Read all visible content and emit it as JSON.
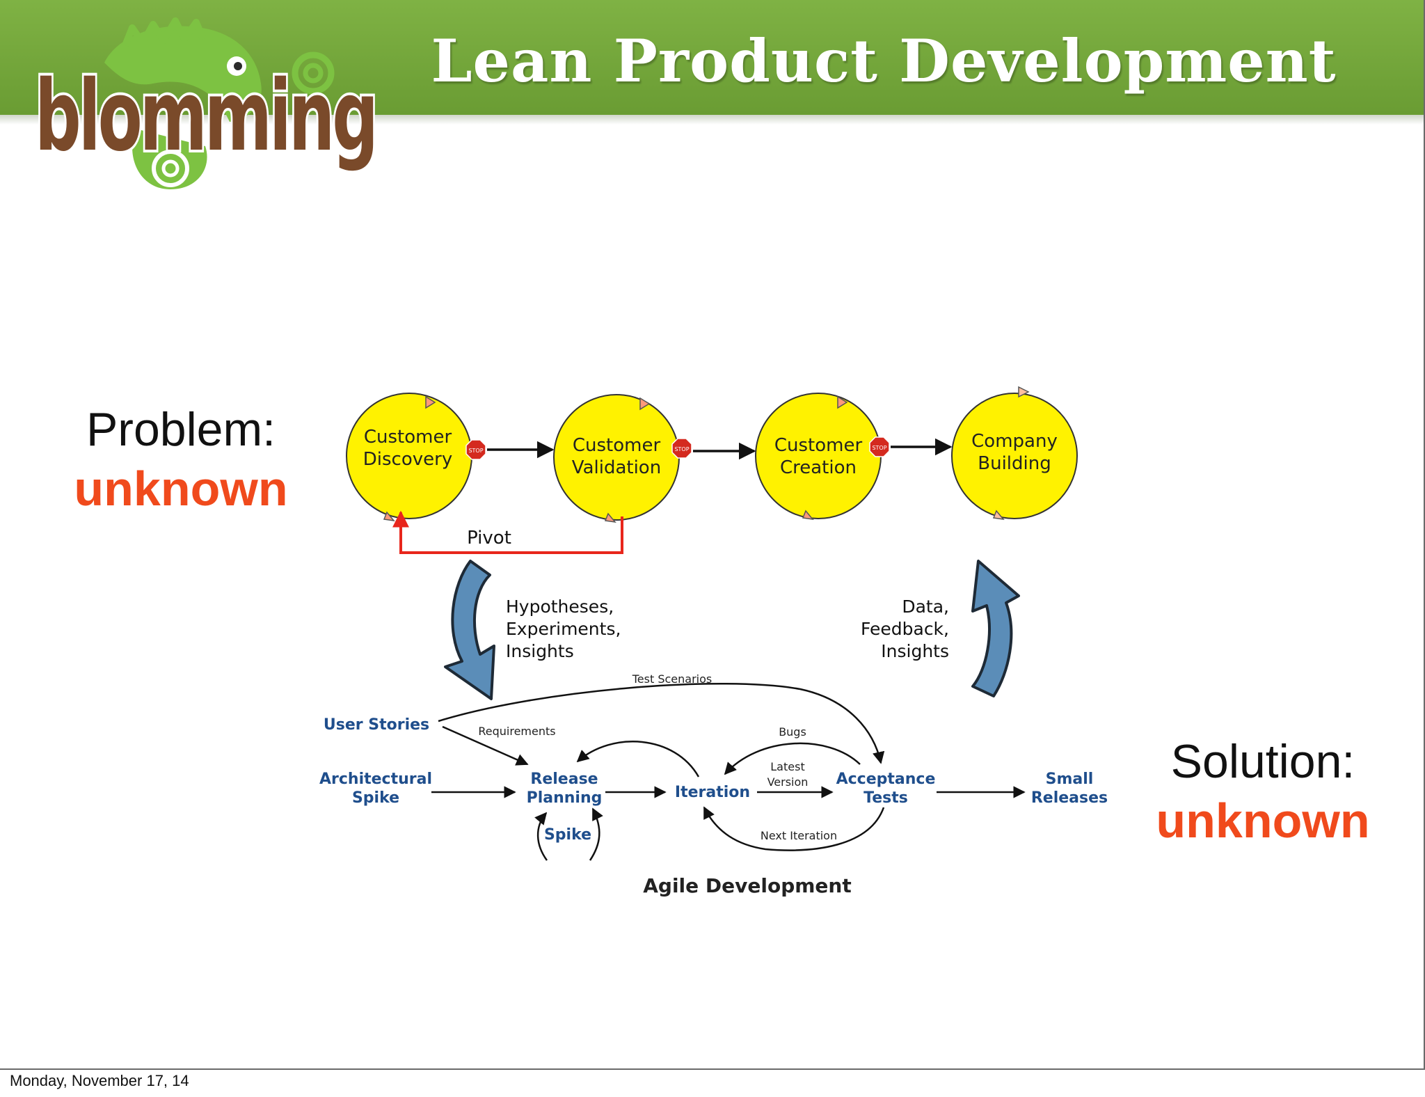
{
  "slide": {
    "title": "Lean Product Development",
    "footer_date": "Monday, November 17, 14"
  },
  "logo": {
    "text": "blomming",
    "colors": {
      "green": "#7dc242",
      "brown": "#7a4a2a"
    }
  },
  "problem": {
    "label": "Problem:",
    "value": "unknown"
  },
  "solution": {
    "label": "Solution:",
    "value": "unknown"
  },
  "customer_development": {
    "steps": [
      {
        "line1": "Customer",
        "line2": "Discovery"
      },
      {
        "line1": "Customer",
        "line2": "Validation"
      },
      {
        "line1": "Customer",
        "line2": "Creation"
      },
      {
        "line1": "Company",
        "line2": "Building"
      }
    ],
    "stop_sign_text": "STOP",
    "pivot_label": "Pivot",
    "down_arrow_label": [
      "Hypotheses,",
      "Experiments,",
      "Insights"
    ],
    "up_arrow_label": [
      "Data,",
      "Feedback,",
      "Insights"
    ]
  },
  "agile": {
    "title": "Agile Development",
    "nodes": {
      "user_stories": "User Stories",
      "architectural_spike": [
        "Architectural",
        "Spike"
      ],
      "release_planning": [
        "Release",
        "Planning"
      ],
      "spike": "Spike",
      "iteration": "Iteration",
      "acceptance_tests": [
        "Acceptance",
        "Tests"
      ],
      "small_releases": [
        "Small",
        "Releases"
      ]
    },
    "edges": {
      "test_scenarios": "Test Scenarios",
      "requirements": "Requirements",
      "bugs": "Bugs",
      "latest_version": [
        "Latest",
        "Version"
      ],
      "next_iteration": "Next Iteration"
    }
  },
  "colors": {
    "banner": "#6fa23a",
    "accent": "#f04a1c",
    "circle_fill": "#fff200",
    "pivot": "#e8261c",
    "big_arrow": "#5b8db8",
    "agile_node": "#1f4e8c"
  }
}
